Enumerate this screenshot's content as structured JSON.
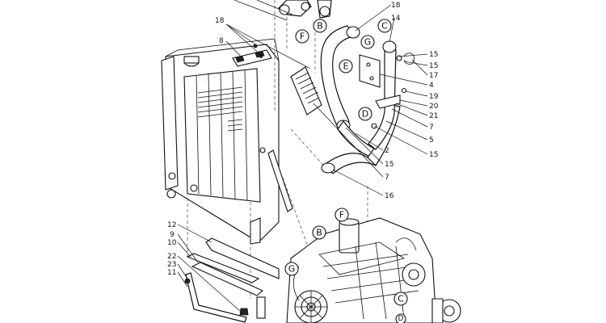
{
  "diagram": {
    "part_numbers": [
      {
        "id": "18a",
        "text": "18"
      },
      {
        "id": "8",
        "text": "8"
      },
      {
        "id": "18b",
        "text": "18"
      },
      {
        "id": "14",
        "text": "14"
      },
      {
        "id": "15a",
        "text": "15"
      },
      {
        "id": "15b",
        "text": "15"
      },
      {
        "id": "17",
        "text": "17"
      },
      {
        "id": "4",
        "text": "4"
      },
      {
        "id": "19",
        "text": "19"
      },
      {
        "id": "20",
        "text": "20"
      },
      {
        "id": "21",
        "text": "21"
      },
      {
        "id": "7a",
        "text": "7"
      },
      {
        "id": "5",
        "text": "5"
      },
      {
        "id": "15c",
        "text": "15"
      },
      {
        "id": "2",
        "text": "2"
      },
      {
        "id": "15d",
        "text": "15"
      },
      {
        "id": "7b",
        "text": "7"
      },
      {
        "id": "16",
        "text": "16"
      },
      {
        "id": "12",
        "text": "12"
      },
      {
        "id": "9",
        "text": "9"
      },
      {
        "id": "10",
        "text": "10"
      },
      {
        "id": "22",
        "text": "22"
      },
      {
        "id": "23",
        "text": "23"
      },
      {
        "id": "11",
        "text": "11"
      }
    ],
    "reference_circles": [
      {
        "id": "B-top",
        "text": "B"
      },
      {
        "id": "F-top",
        "text": "F"
      },
      {
        "id": "C-top",
        "text": "C"
      },
      {
        "id": "G-top",
        "text": "G"
      },
      {
        "id": "E",
        "text": "E"
      },
      {
        "id": "D",
        "text": "D"
      },
      {
        "id": "F-engine",
        "text": "F"
      },
      {
        "id": "B-engine",
        "text": "B"
      },
      {
        "id": "G-engine",
        "text": "G"
      },
      {
        "id": "C-engine",
        "text": "C"
      },
      {
        "id": "D-engine",
        "text": "D"
      }
    ]
  }
}
